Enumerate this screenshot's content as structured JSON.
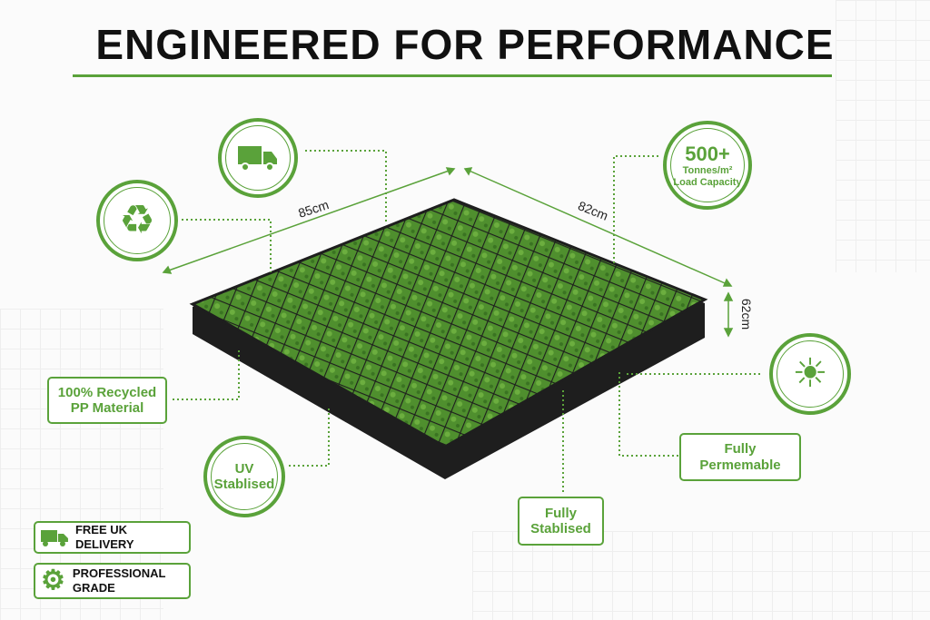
{
  "title": "ENGINEERED FOR PERFORMANCE",
  "dimensions": {
    "width": "85cm",
    "length": "82cm",
    "height": "62cm"
  },
  "load_capacity": {
    "value": "500+",
    "unit": "Tonnes/m²",
    "label": "Load Capacity"
  },
  "features": {
    "recycled": "100% Recycled PP Material",
    "uv": "UV Stablised",
    "fully_stablised": "Fully Stablised",
    "permeable": "Fully Permemable"
  },
  "badges": [
    {
      "icon": "truck-icon",
      "label": "FREE UK DELIVERY"
    },
    {
      "icon": "gear-icon",
      "label": "PROFESSIONAL GRADE"
    }
  ],
  "colors": {
    "accent": "#5aa23a",
    "grass": "#4f8f2e",
    "frame": "#1e1e1e"
  }
}
